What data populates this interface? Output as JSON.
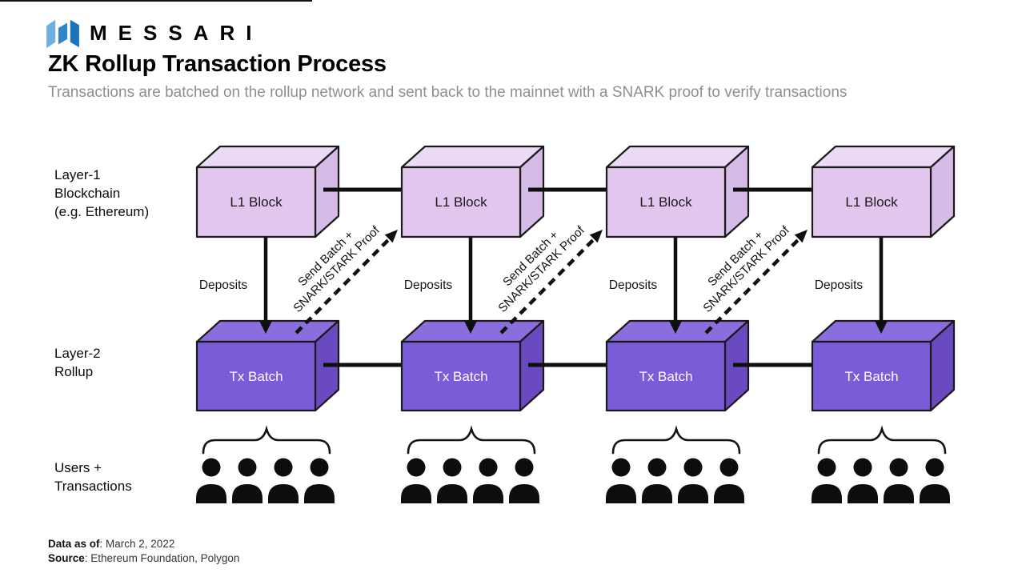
{
  "brand": {
    "wordmark": "MESSARI",
    "logo_colors": {
      "left": "#6fb0df",
      "middle": "#2f86cc",
      "right": "#1d73bb"
    }
  },
  "header": {
    "title": "ZK Rollup Transaction Process",
    "subtitle": "Transactions are batched on the rollup network and sent back to the mainnet with a SNARK proof to verify transactions"
  },
  "row_labels": {
    "layer1": {
      "line1": "Layer-1",
      "line2": "Blockchain",
      "line3": "(e.g. Ethereum)"
    },
    "layer2": {
      "line1": "Layer-2",
      "line2": "Rollup"
    },
    "users": {
      "line1": "Users +",
      "line2": "Transactions"
    }
  },
  "diagram": {
    "num_columns": 4,
    "users_per_group": 4,
    "l1_block_label": "L1 Block",
    "tx_batch_label": "Tx Batch",
    "deposits_label": "Deposits",
    "send_batch_line1": "Send Batch +",
    "send_batch_line2": "SNARK/STARK Proof",
    "colors": {
      "l1_front": "#e2c6ee",
      "l1_top": "#ecd9f6",
      "l1_side": "#d7bbe7",
      "l2_front": "#7a5cd8",
      "l2_top": "#8a6ede",
      "l2_side": "#6a4ac1",
      "outline": "#1a1a1a"
    }
  },
  "footer": {
    "data_as_of_label": "Data as of",
    "data_as_of_value": ": March 2, 2022",
    "source_label": "Source",
    "source_value": ": Ethereum Foundation, Polygon"
  }
}
